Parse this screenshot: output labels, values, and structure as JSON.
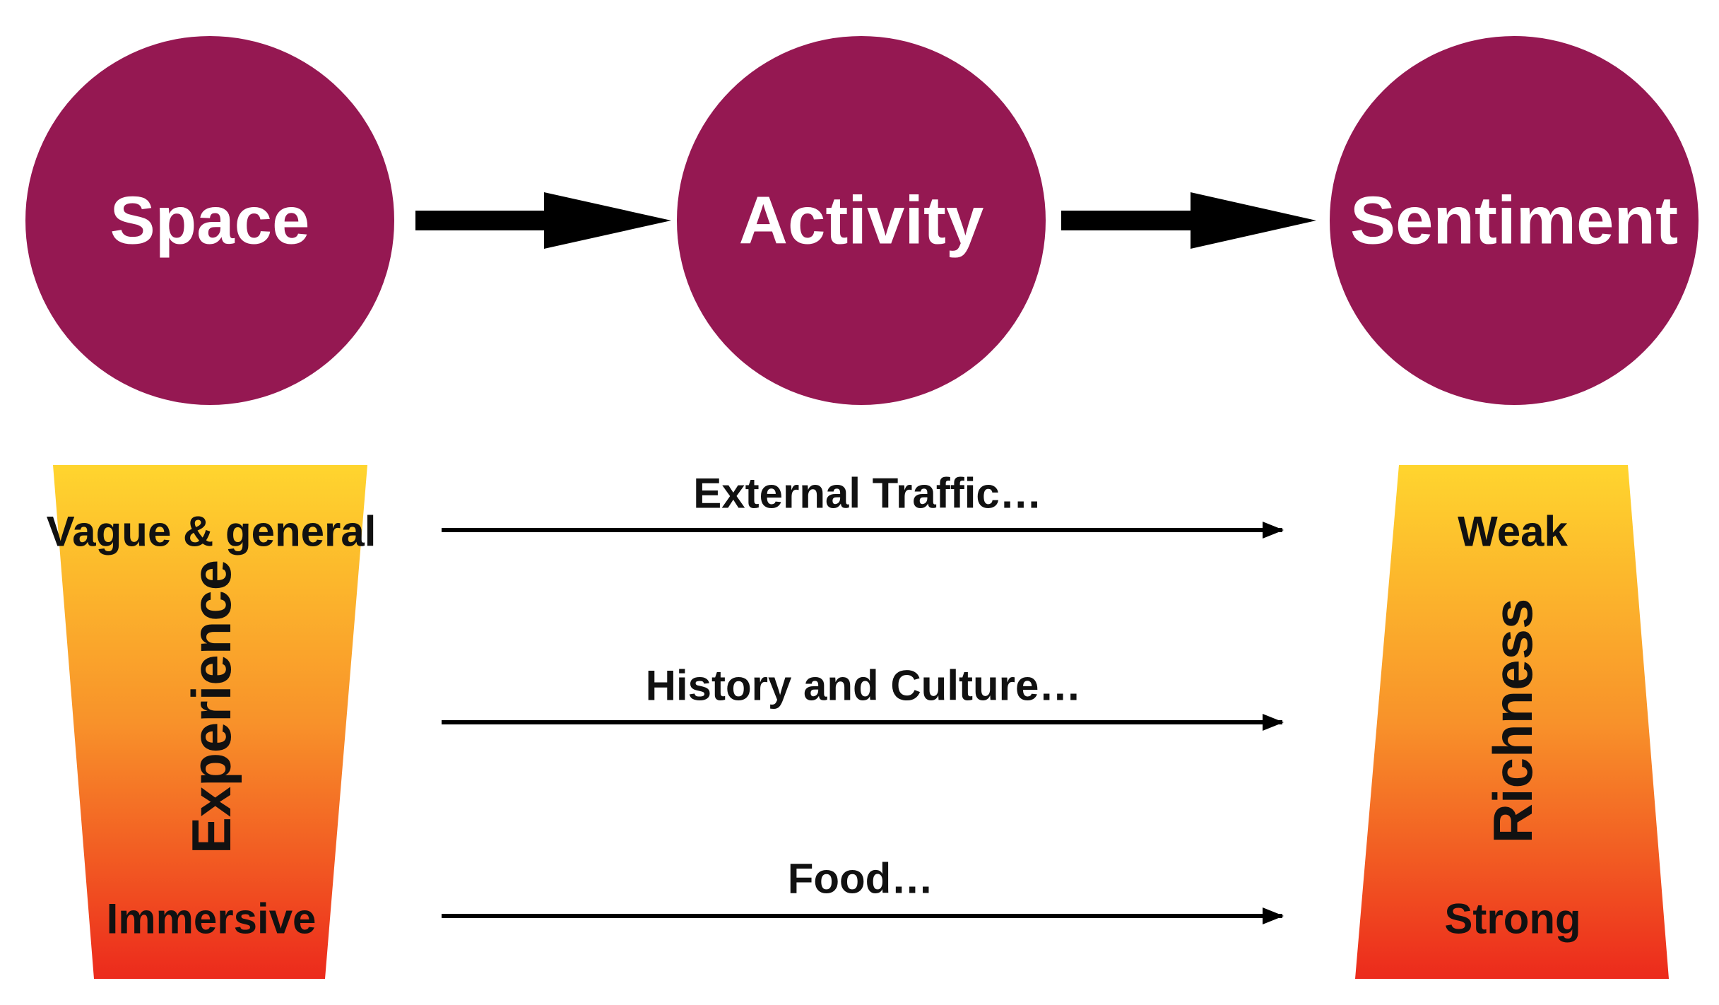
{
  "nodes": [
    {
      "id": "space",
      "label": "Space"
    },
    {
      "id": "activity",
      "label": "Activity"
    },
    {
      "id": "sentiment",
      "label": "Sentiment"
    }
  ],
  "colors": {
    "node_fill": "#951852",
    "gradient_top": "#FFD52E",
    "gradient_mid": "#F8922A",
    "gradient_bottom": "#EC2A1C",
    "arrow": "#000000"
  },
  "left_scale": {
    "top_label": "Vague & general",
    "axis_label": "Experience",
    "bottom_label": "Immersive"
  },
  "right_scale": {
    "top_label": "Weak",
    "axis_label": "Richness",
    "bottom_label": "Strong"
  },
  "flows": [
    {
      "label": "External Traffic…"
    },
    {
      "label": "History and Culture…"
    },
    {
      "label": "Food…"
    }
  ]
}
